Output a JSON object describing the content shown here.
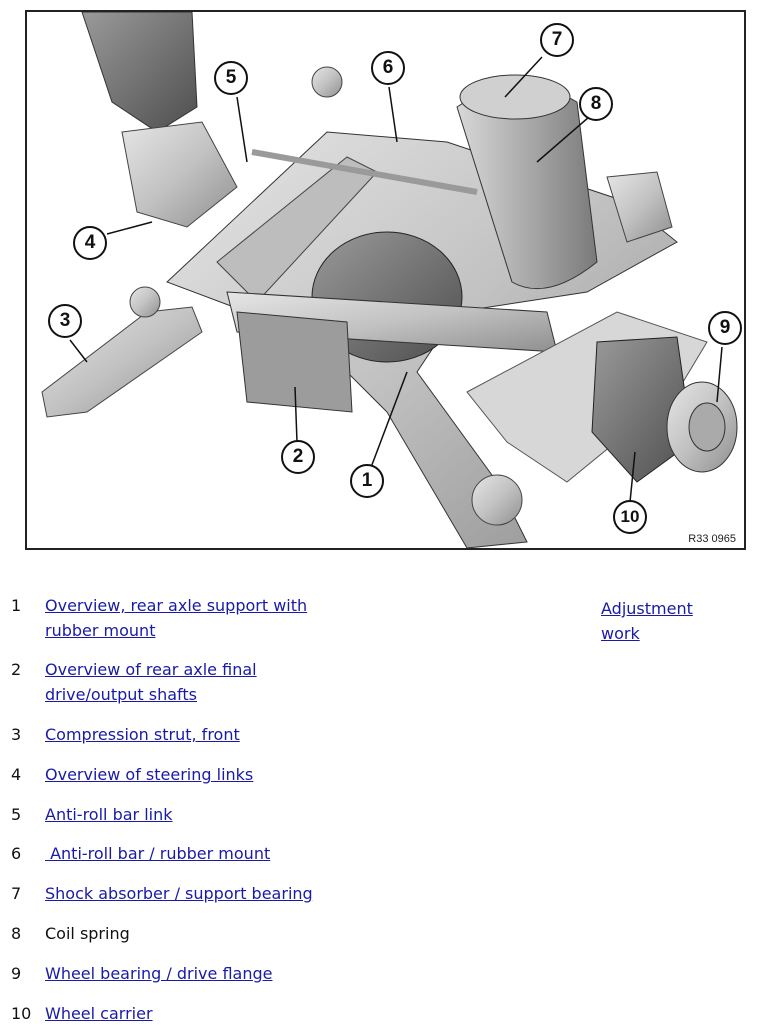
{
  "figure": {
    "reference": "R33 0965",
    "callouts": [
      "1",
      "2",
      "3",
      "4",
      "5",
      "6",
      "7",
      "8",
      "9",
      "10"
    ]
  },
  "legend": {
    "items": [
      {
        "number": "1",
        "text_line1": "Overview, rear axle support with",
        "text_line2": "rubber mount",
        "link": true
      },
      {
        "number": "2",
        "text_line1": "Overview of rear axle final",
        "text_line2": "drive/output shafts",
        "link": true
      },
      {
        "number": "3",
        "text_line1": "Compression strut, front",
        "link": true
      },
      {
        "number": "4",
        "text_line1": "Overview of steering links",
        "link": true
      },
      {
        "number": "5",
        "text_line1": "Anti-roll bar link",
        "link": true
      },
      {
        "number": "6",
        "text_line1": " Anti-roll bar / rubber mount",
        "link": true
      },
      {
        "number": "7",
        "text_line1": "Shock absorber / support bearing",
        "link": true
      },
      {
        "number": "8",
        "text_line1": "Coil spring",
        "link": false
      },
      {
        "number": "9",
        "text_line1": "Wheel bearing / drive flange",
        "link": true
      },
      {
        "number": "10",
        "text_line1": "Wheel carrier",
        "link": true
      }
    ],
    "side_link": {
      "line1": "Adjustment",
      "line2": "work"
    }
  },
  "colors": {
    "link": "#1a1aa8",
    "border": "#222222",
    "metal": "#c8c8c8"
  }
}
